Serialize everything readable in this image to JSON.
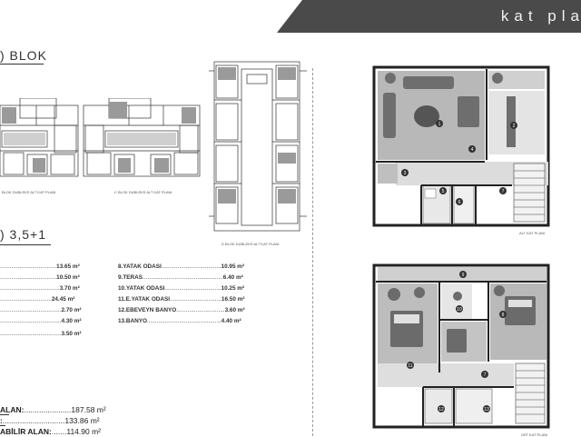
{
  "banner": {
    "text": "kat pla"
  },
  "block_title": "D BLOK",
  "block_title_visible": ") BLOK",
  "type_title": ") 3,5+1",
  "plan_labels": {
    "c_blok": "C BLOK DUBLEKS ALT KAT PLANI",
    "b_blok": "BLOK DUBLEKS ALT KAT PLANI",
    "d_blok": "D BLOK DUBLEKS ALT KAT PLANI",
    "alt_kat": "ALT KAT PLANI",
    "ust_kat": "ÜST KAT PLANI"
  },
  "rooms_left": [
    {
      "value": "13.65 m²"
    },
    {
      "value": "10.50 m²"
    },
    {
      "value": "3.70 m²"
    },
    {
      "value": "24.45 m²"
    },
    {
      "value": "2.70 m²"
    },
    {
      "value": "4.30 m²"
    },
    {
      "value": "3.50 m²"
    }
  ],
  "rooms_right": [
    {
      "label": "8.YATAK ODASI",
      "value": "10.95 m²"
    },
    {
      "label": "9.TERAS",
      "value": "6.40 m²"
    },
    {
      "label": "10.YATAK ODASI",
      "value": "10.25 m²"
    },
    {
      "label": "11.E.YATAK ODASI",
      "value": "16.50 m²"
    },
    {
      "label": "12.EBEVEYN BANYO",
      "value": "3.60 m²"
    },
    {
      "label": "13.BANYO",
      "value": "4.40 m²"
    }
  ],
  "summary": [
    {
      "label": "ALAN:",
      "dots": "......................",
      "value": "187.58 m²"
    },
    {
      "label": ":",
      "dots": ".............................",
      "value": "133.86 m²"
    },
    {
      "label": "ABİLİR ALAN:",
      "dots": ".......",
      "value": "114.90 m²"
    }
  ],
  "room_numbers_alt": [
    "1",
    "2",
    "3",
    "4",
    "5",
    "6",
    "7"
  ],
  "room_numbers_ust": [
    "8",
    "9",
    "10",
    "11",
    "12",
    "13",
    "7"
  ]
}
